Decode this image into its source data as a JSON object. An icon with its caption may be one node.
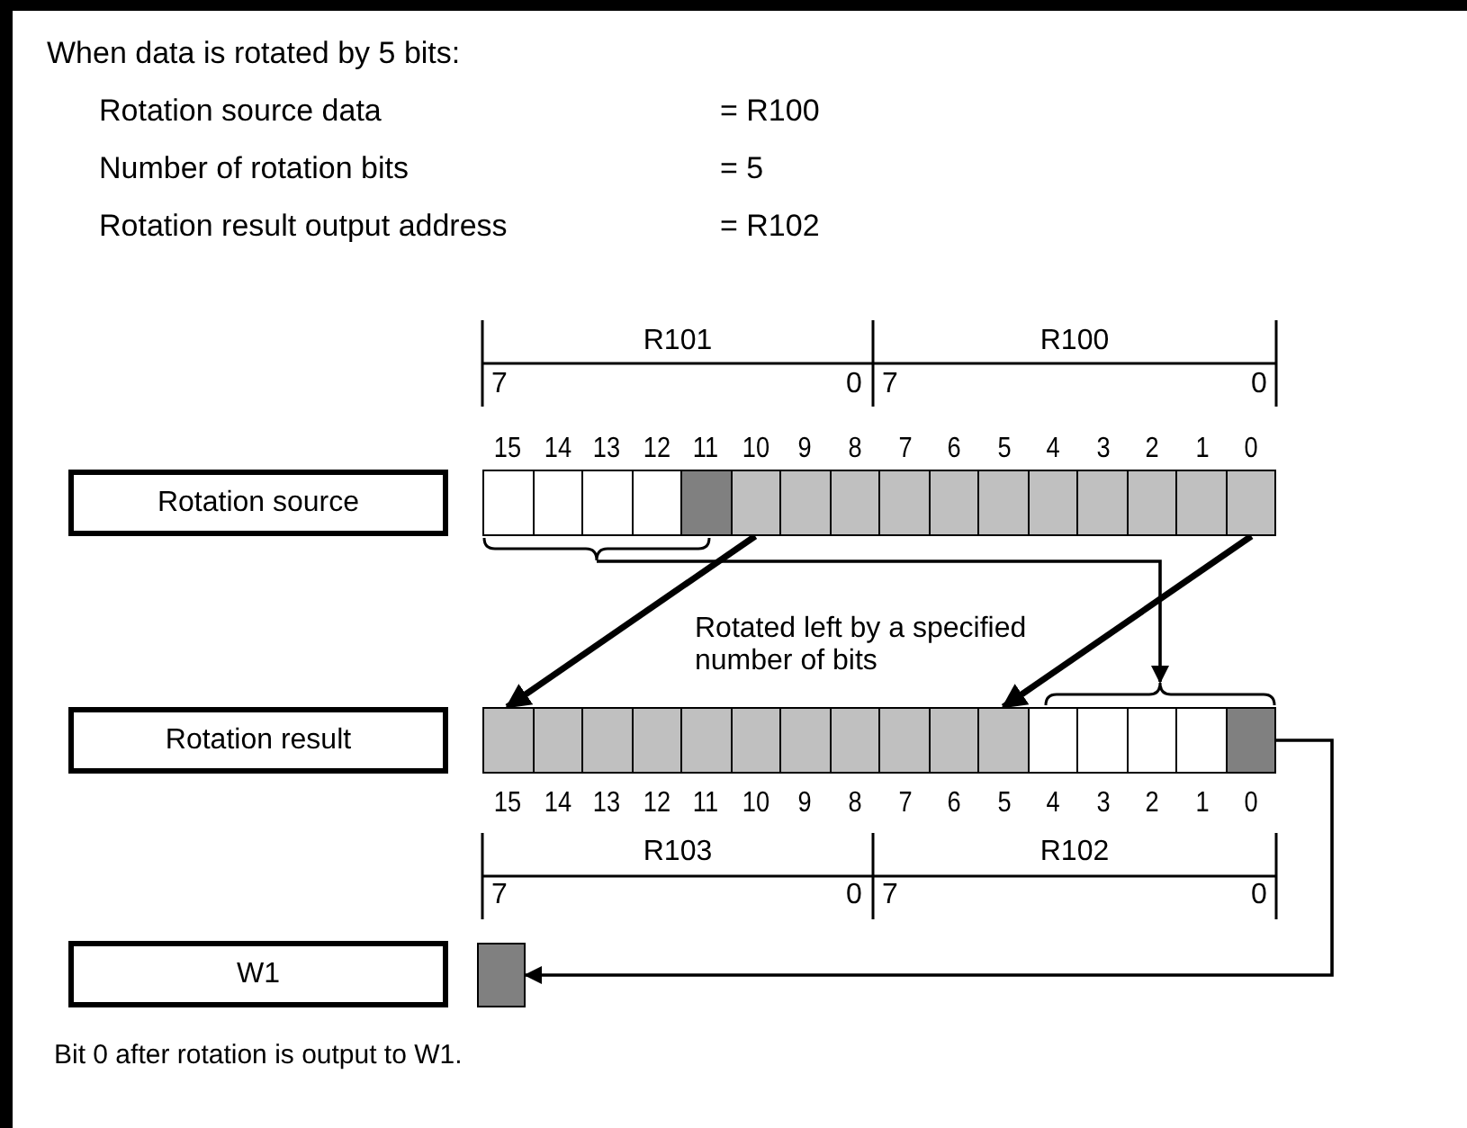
{
  "diagram": {
    "title": "When data is rotated by 5 bits:",
    "caption": "Bit 0 after rotation is output to W1.",
    "nodes": [
      {
        "text": [
          "Rotation source"
        ]
      },
      {
        "text": [],
        "shape": "bar",
        "beside": [
          "15",
          "14",
          "13",
          "12",
          "11",
          "10",
          "9",
          "8",
          "7",
          "6",
          "5",
          "4",
          "3",
          "2",
          "1",
          "0"
        ]
      },
      {
        "text": [],
        "shape": "brace"
      },
      {
        "text": [
          "Rotation result"
        ]
      },
      {
        "text": [],
        "shape": "brace"
      },
      {
        "text": [],
        "shape": "bar",
        "beside": [
          "15",
          "14",
          "13",
          "12",
          "11",
          "10",
          "9",
          "8",
          "7",
          "6",
          "5",
          "4",
          "3",
          "2",
          "1",
          "0"
        ]
      },
      {
        "text": [
          "W1"
        ]
      },
      {
        "text": [],
        "shape": "box"
      }
    ],
    "edges": [
      {
        "from": 1,
        "to": 5,
        "arrow": "to",
        "style": "thick"
      },
      {
        "from": 1,
        "to": 5,
        "arrow": "to",
        "style": "thick"
      },
      {
        "from": 2,
        "to": 4,
        "arrow": "to"
      },
      {
        "from": 5,
        "to": 7,
        "arrow": "to"
      }
    ],
    "labels": [
      "Rotation source data",
      "= R100",
      "Number of rotation bits",
      "= 5",
      "Rotation result output address",
      "= R102",
      "R101",
      "R100",
      "7",
      "0",
      "7",
      "0",
      "Rotated left by a specified number of bits",
      "R103",
      "R102",
      "7",
      "0",
      "7",
      "0"
    ]
  }
}
